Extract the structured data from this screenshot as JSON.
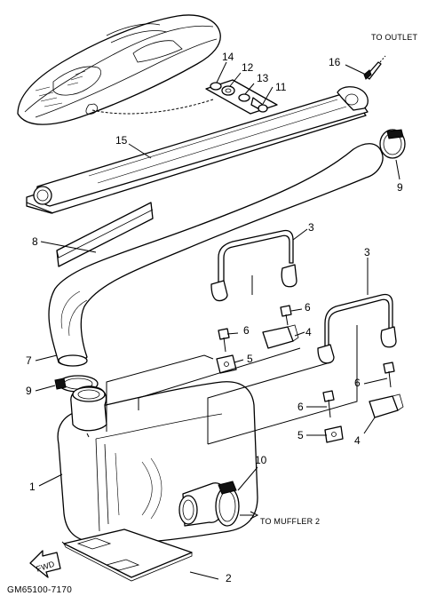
{
  "diagram": {
    "code": "GM65100-7170",
    "notes": {
      "to_outlet": "TO OUTLET",
      "to_muffler": "TO MUFFLER 2",
      "fwd": "FWD"
    },
    "callouts": {
      "c1": "1",
      "c2": "2",
      "c3a": "3",
      "c3b": "3",
      "c4a": "4",
      "c4b": "4",
      "c5a": "5",
      "c5b": "5",
      "c6a": "6",
      "c6b": "6",
      "c6c": "6",
      "c6d": "6",
      "c7": "7",
      "c8": "8",
      "c9a": "9",
      "c9b": "9",
      "c10": "10",
      "c11": "11",
      "c12": "12",
      "c13": "13",
      "c14": "14",
      "c15": "15",
      "c16": "16"
    }
  }
}
